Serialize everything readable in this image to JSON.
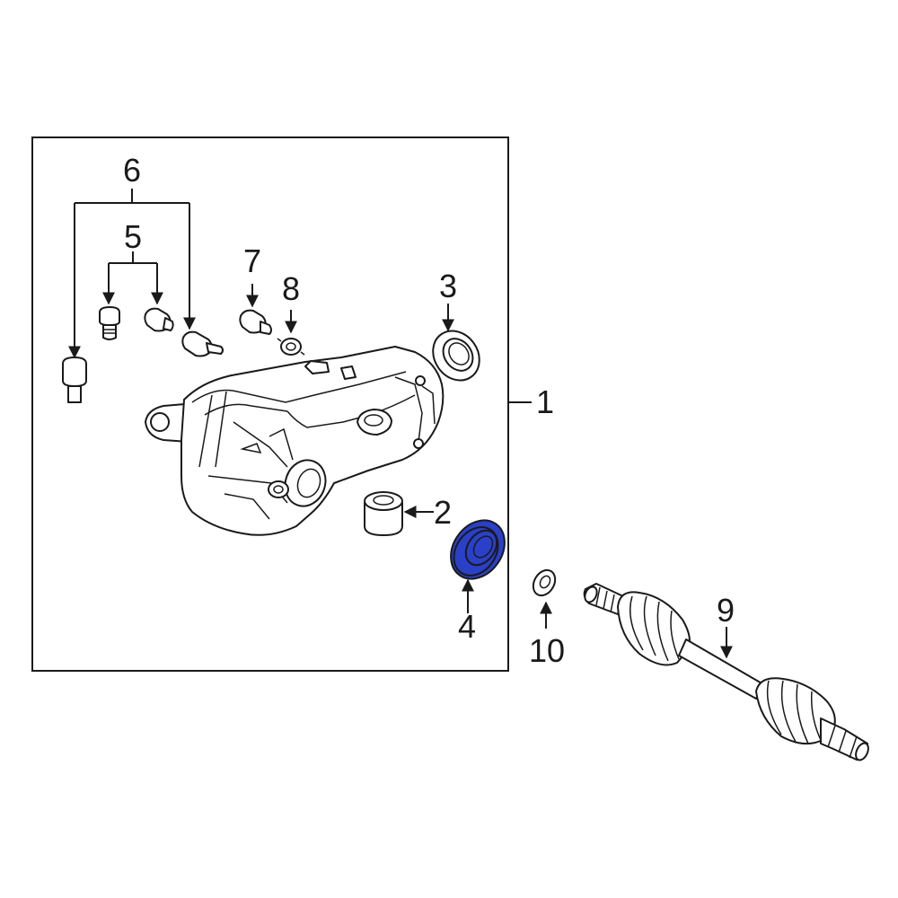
{
  "callouts": {
    "c1": "1",
    "c2": "2",
    "c3": "3",
    "c4": "4",
    "c5": "5",
    "c6": "6",
    "c7": "7",
    "c8": "8",
    "c9": "9",
    "c10": "10"
  },
  "colors": {
    "highlight": "#2a40c8",
    "line": "#1a1a1a",
    "background": "#ffffff"
  },
  "highlighted_part": "4"
}
